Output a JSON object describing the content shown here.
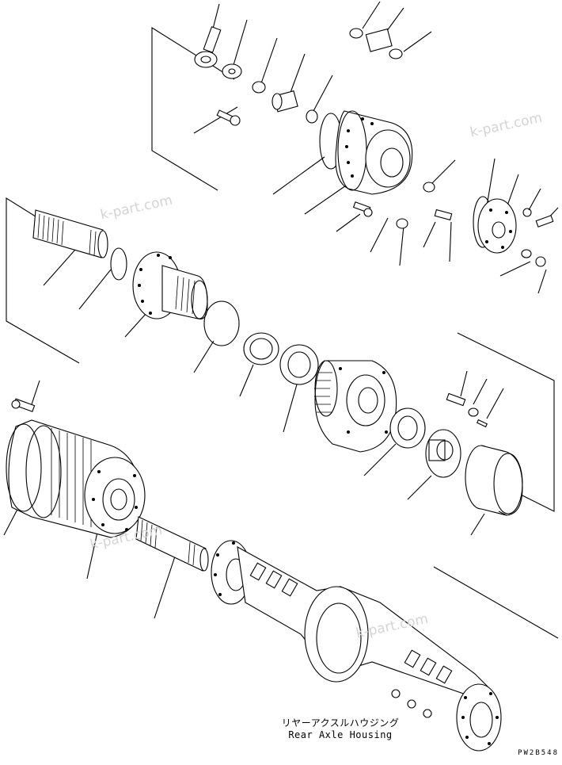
{
  "diagram": {
    "caption_jp": "リヤーアクスルハウジング",
    "caption_en": "Rear Axle Housing",
    "figure_code": "PW2B548",
    "watermark_text": "k-part.com"
  },
  "colors": {
    "line": "#000000",
    "background": "#ffffff",
    "watermark": "#d4d4d4"
  }
}
